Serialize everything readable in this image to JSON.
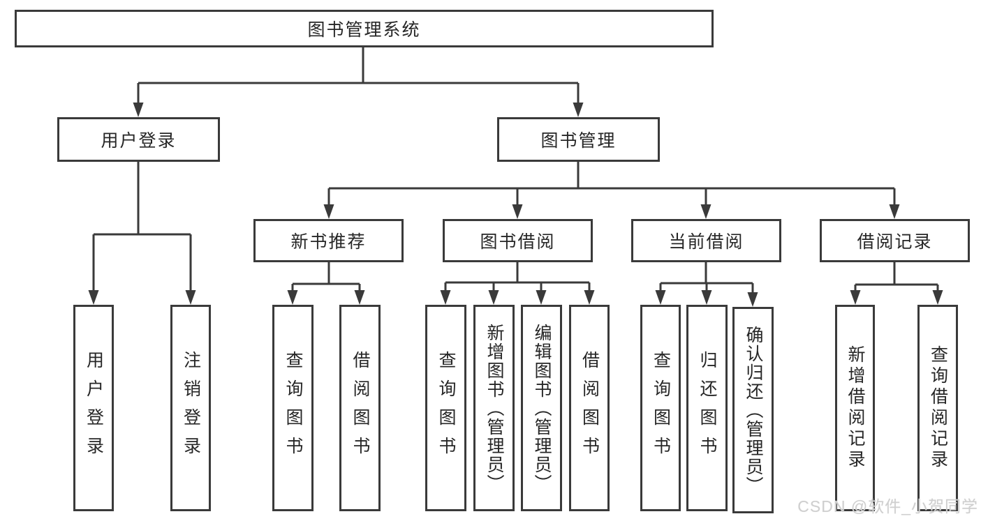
{
  "diagram": {
    "nodes": {
      "root": "图书管理系统",
      "user_login": "用户登录",
      "book_mgmt": "图书管理",
      "new_book_rec": "新书推荐",
      "book_borrow": "图书借阅",
      "current_borrow": "当前借阅",
      "borrow_records": "借阅记录",
      "leaf_user_login": "用户登录",
      "leaf_logout": "注销登录",
      "leaf_nbr_query": "查询图书",
      "leaf_nbr_borrow": "借阅图书",
      "leaf_bb_query": "查询图书",
      "leaf_bb_add": "新增图书（管理员）",
      "leaf_bb_edit": "编辑图书（管理员）",
      "leaf_bb_borrow": "借阅图书",
      "leaf_cb_query": "查询图书",
      "leaf_cb_return": "归还图书",
      "leaf_cb_confirm": "确认归还（管理员）",
      "leaf_br_add": "新增借阅记录",
      "leaf_br_query": "查询借阅记录"
    },
    "colors": {
      "line": "#3a3a3a",
      "text": "#262626",
      "background": "#ffffff",
      "watermark": "#cfcfcf"
    }
  },
  "watermark": {
    "text": "CSDN @软件_小贺同学"
  }
}
